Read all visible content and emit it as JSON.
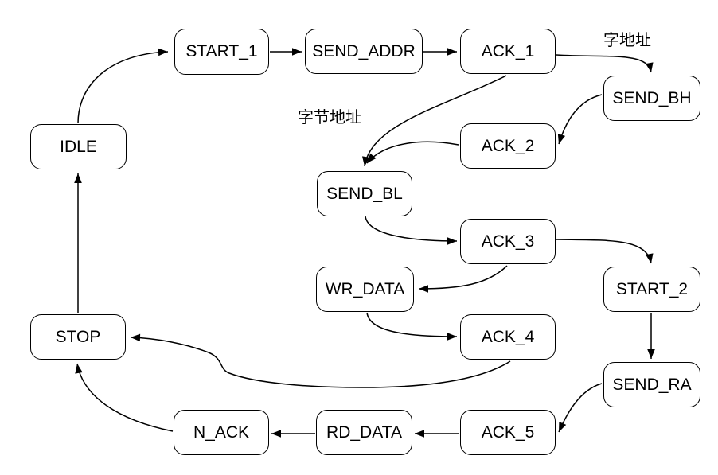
{
  "diagram": {
    "type": "state-machine",
    "background_color": "#ffffff",
    "node_fill_color": "#ffffff",
    "stroke_color": "#000000",
    "text_color": "#000000"
  },
  "nodes": [
    {
      "id": "idle",
      "label": "IDLE"
    },
    {
      "id": "start_1",
      "label": "START_1"
    },
    {
      "id": "send_addr",
      "label": "SEND_ADDR"
    },
    {
      "id": "ack_1",
      "label": "ACK_1"
    },
    {
      "id": "send_bh",
      "label": "SEND_BH"
    },
    {
      "id": "ack_2",
      "label": "ACK_2"
    },
    {
      "id": "send_bl",
      "label": "SEND_BL"
    },
    {
      "id": "ack_3",
      "label": "ACK_3"
    },
    {
      "id": "wr_data",
      "label": "WR_DATA"
    },
    {
      "id": "start_2",
      "label": "START_2"
    },
    {
      "id": "ack_4",
      "label": "ACK_4"
    },
    {
      "id": "stop",
      "label": "STOP"
    },
    {
      "id": "send_ra",
      "label": "SEND_RA"
    },
    {
      "id": "ack_5",
      "label": "ACK_5"
    },
    {
      "id": "rd_data",
      "label": "RD_DATA"
    },
    {
      "id": "n_ack",
      "label": "N_ACK"
    }
  ],
  "edge_labels": [
    {
      "id": "word-address",
      "text": "字地址"
    },
    {
      "id": "byte-address",
      "text": "字节地址"
    }
  ],
  "edges": [
    {
      "from": "IDLE",
      "to": "START_1",
      "label": ""
    },
    {
      "from": "START_1",
      "to": "SEND_ADDR",
      "label": ""
    },
    {
      "from": "SEND_ADDR",
      "to": "ACK_1",
      "label": ""
    },
    {
      "from": "ACK_1",
      "to": "SEND_BH",
      "label": "字地址"
    },
    {
      "from": "SEND_BH",
      "to": "ACK_2",
      "label": ""
    },
    {
      "from": "ACK_1",
      "to": "SEND_BL",
      "label": "字节地址"
    },
    {
      "from": "ACK_2",
      "to": "SEND_BL",
      "label": ""
    },
    {
      "from": "SEND_BL",
      "to": "ACK_3",
      "label": ""
    },
    {
      "from": "ACK_3",
      "to": "START_2",
      "label": ""
    },
    {
      "from": "ACK_3",
      "to": "WR_DATA",
      "label": ""
    },
    {
      "from": "WR_DATA",
      "to": "ACK_4",
      "label": ""
    },
    {
      "from": "ACK_4",
      "to": "STOP",
      "label": ""
    },
    {
      "from": "START_2",
      "to": "SEND_RA",
      "label": ""
    },
    {
      "from": "SEND_RA",
      "to": "ACK_5",
      "label": ""
    },
    {
      "from": "ACK_5",
      "to": "RD_DATA",
      "label": ""
    },
    {
      "from": "RD_DATA",
      "to": "N_ACK",
      "label": ""
    },
    {
      "from": "N_ACK",
      "to": "STOP",
      "label": ""
    },
    {
      "from": "STOP",
      "to": "IDLE",
      "label": ""
    }
  ]
}
